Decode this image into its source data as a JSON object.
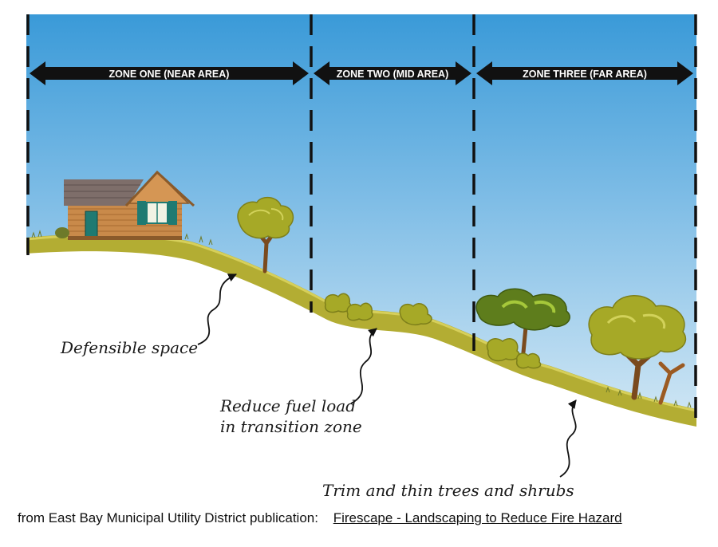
{
  "zones": [
    {
      "label": "ZONE ONE (NEAR AREA)"
    },
    {
      "label": "ZONE TWO (MID AREA)"
    },
    {
      "label": "ZONE THREE (FAR AREA)"
    }
  ],
  "callouts": {
    "defensible": "Defensible space",
    "reduce_line1": "Reduce fuel load",
    "reduce_line2": "in transition zone",
    "trim": "Trim and thin trees and shrubs"
  },
  "caption": {
    "source": "from East Bay Municipal Utility District publication:",
    "publication": "Firescape - Landscaping to Reduce Fire Hazard"
  },
  "colors": {
    "sky_top": "#3a9ad8",
    "sky_bottom": "#cfe6f4",
    "ground_band": "#b3ad33",
    "tree_foliage": "#a6a927",
    "dark_foliage": "#5e7d1c",
    "trunk": "#7a4a1e",
    "house_wall": "#c98a4a",
    "house_trim": "#1f7a72"
  }
}
